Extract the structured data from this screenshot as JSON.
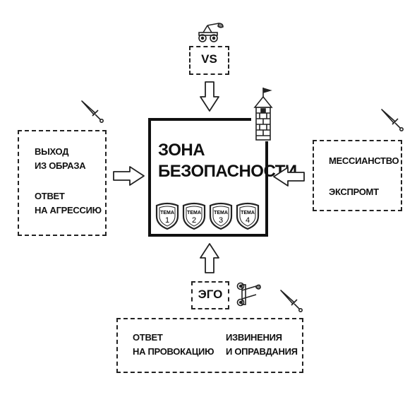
{
  "top": {
    "label": "VS",
    "icon": "catapult-icon"
  },
  "bottom": {
    "label": "ЭГО",
    "icon": "catapult-icon"
  },
  "zone": {
    "title_line1": "ЗОНА",
    "title_line2": "БЕЗОПАСНОСТИ",
    "icon": "castle-tower-icon",
    "shields": [
      {
        "label": "ТЕМА",
        "number": "1"
      },
      {
        "label": "ТЕМА",
        "number": "2"
      },
      {
        "label": "ТЕМА",
        "number": "3"
      },
      {
        "label": "ТЕМА",
        "number": "4"
      }
    ]
  },
  "left": {
    "icon": "sword-icon",
    "item1_line1": "ВЫХОД",
    "item1_line2": "ИЗ ОБРАЗА",
    "item2_line1": "ОТВЕТ",
    "item2_line2": "НА АГРЕССИЮ"
  },
  "right": {
    "icon": "sword-icon",
    "item1": "МЕССИАНСТВО",
    "item2": "ЭКСПРОМТ"
  },
  "bottom_box": {
    "icon": "sword-icon",
    "col1_line1": "ОТВЕТ",
    "col1_line2": "НА ПРОВОКАЦИЮ",
    "col2_line1": "ИЗВИНЕНИЯ",
    "col2_line2": "И ОПРАВДАНИЯ"
  },
  "colors": {
    "ink": "#111111",
    "background": "#ffffff"
  }
}
